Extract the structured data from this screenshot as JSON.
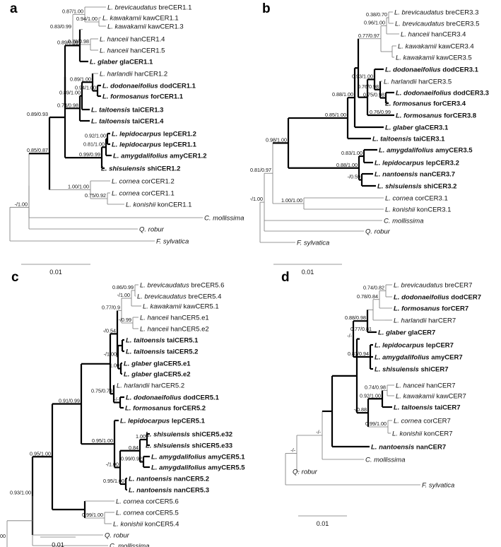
{
  "panels": [
    {
      "letter": "a",
      "scale_label": "0.01",
      "leaves": [
        {
          "sp": "L. brevicaudatus",
          "gene": "breCER1.1",
          "bold": false
        },
        {
          "sp": "L. kawakamii",
          "gene": "kawCER1.1",
          "bold": false
        },
        {
          "sp": "L. kawakamii",
          "gene": "kawCER1.3",
          "bold": false
        },
        {
          "sp": "L. hanceii",
          "gene": "hanCER1.4",
          "bold": false
        },
        {
          "sp": "L. hanceii",
          "gene": "hanCER1.5",
          "bold": false
        },
        {
          "sp": "L. glaber",
          "gene": "glaCER1.1",
          "bold": true
        },
        {
          "sp": "L. harlandii",
          "gene": "harCER1.2",
          "bold": false
        },
        {
          "sp": "L. dodonaeifolius",
          "gene": "dodCER1.1",
          "bold": true
        },
        {
          "sp": "L. formosanus",
          "gene": "forCER1.1",
          "bold": true
        },
        {
          "sp": "L. taitoensis",
          "gene": "taiCER1.3",
          "bold": true
        },
        {
          "sp": "L. taitoensis",
          "gene": "taiCER1.4",
          "bold": true
        },
        {
          "sp": "L. lepidocarpus",
          "gene": "lepCER1.2",
          "bold": true
        },
        {
          "sp": "L. lepidocarpus",
          "gene": "lepCER1.1",
          "bold": true
        },
        {
          "sp": "L. amygdalifolius",
          "gene": "amyCER1.2",
          "bold": true
        },
        {
          "sp": "L. shisuiensis",
          "gene": "shiCER1.2",
          "bold": true
        },
        {
          "sp": "L. cornea",
          "gene": "corCER1.2",
          "bold": false
        },
        {
          "sp": "L. cornea",
          "gene": "corCER1.1",
          "bold": false
        },
        {
          "sp": "L. konishii",
          "gene": "konCER1.1",
          "bold": false
        },
        {
          "sp": "C. mollissima",
          "gene": "",
          "bold": false
        },
        {
          "sp": "Q. robur",
          "gene": "",
          "bold": false
        },
        {
          "sp": "F. sylvatica",
          "gene": "",
          "bold": false
        }
      ],
      "supports": [
        "0.94/1.00",
        "0.94/1.00",
        "0.87/1.00",
        "0.83/0.99",
        "0.78/0.98",
        "0.89/0.99",
        "0.89/1.00",
        "0.94/1.00",
        "0.89/1.00",
        "0.74/0.98",
        "0.92/1.00",
        "0.81/1.00",
        "0.99/0.99",
        "0.89/0.93",
        "0.85/0.87",
        "1.00/1.00",
        "0.75/0.92",
        "-/1.00"
      ]
    },
    {
      "letter": "b",
      "scale_label": "0.01",
      "leaves": [
        {
          "sp": "L. brevicaudatus",
          "gene": "breCER3.3",
          "bold": false
        },
        {
          "sp": "L. brevicaudatus",
          "gene": "breCER3.5",
          "bold": false
        },
        {
          "sp": "L. hanceii",
          "gene": "hanCER3.4",
          "bold": false
        },
        {
          "sp": "L. kawakamii",
          "gene": "kawCER3.4",
          "bold": false
        },
        {
          "sp": "L. kawakamii",
          "gene": "kawCER3.5",
          "bold": false
        },
        {
          "sp": "L. dodonaeifolius",
          "gene": "dodCER3.1",
          "bold": true
        },
        {
          "sp": "L. harlandii",
          "gene": "harCER3.5",
          "bold": false
        },
        {
          "sp": "L. dodonaeifolius",
          "gene": "dodCER3.3",
          "bold": true
        },
        {
          "sp": "L. formosanus",
          "gene": "forCER3.4",
          "bold": true
        },
        {
          "sp": "L. formosanus",
          "gene": "forCER3.8",
          "bold": true
        },
        {
          "sp": "L. glaber",
          "gene": "glaCER3.1",
          "bold": true
        },
        {
          "sp": "L. taitoensis",
          "gene": "taiCER3.1",
          "bold": true
        },
        {
          "sp": "L. amygdalifolius",
          "gene": "amyCER3.5",
          "bold": true
        },
        {
          "sp": "L. lepidocarpus",
          "gene": "lepCER3.2",
          "bold": true
        },
        {
          "sp": "L. nantoensis",
          "gene": "nanCER3.7",
          "bold": true
        },
        {
          "sp": "L. shisuiensis",
          "gene": "shiCER3.2",
          "bold": true
        },
        {
          "sp": "L. cornea",
          "gene": "corCER3.1",
          "bold": false
        },
        {
          "sp": "L. konishii",
          "gene": "konCER3.1",
          "bold": false
        },
        {
          "sp": "C. mollissima",
          "gene": "",
          "bold": false
        },
        {
          "sp": "Q. robur",
          "gene": "",
          "bold": false
        },
        {
          "sp": "F. sylvatica",
          "gene": "",
          "bold": false
        }
      ],
      "supports": [
        "0.78/0.99",
        "0.38/0.70",
        "0.96/1.00",
        "0.77/0.97",
        "0.76/0.98",
        "0.93/1.00",
        "0.75/0.98",
        "0.76/0.99",
        "0.88/1.00",
        "0.85/1.00",
        "0.83/1.00",
        "0.88/1.00",
        "-/0.59",
        "0.98/1.00",
        "0.81/0.97",
        "1.00/1.00",
        "-/1.00"
      ]
    },
    {
      "letter": "c",
      "scale_label": "0.01",
      "leaves": [
        {
          "sp": "L. brevicaudatus",
          "gene": "breCER5.6",
          "bold": false
        },
        {
          "sp": "L. brevicaudatus",
          "gene": "breCER5.4",
          "bold": false
        },
        {
          "sp": "L. kawakamii",
          "gene": "kawCER5.1",
          "bold": false
        },
        {
          "sp": "L. hanceii",
          "gene": "hanCER5.e1",
          "bold": false
        },
        {
          "sp": "L. hanceii",
          "gene": "hanCER5.e2",
          "bold": false
        },
        {
          "sp": "L. taitoensis",
          "gene": "taiCER5.1",
          "bold": true
        },
        {
          "sp": "L. taitoensis",
          "gene": "taiCER5.2",
          "bold": true
        },
        {
          "sp": "L. glaber",
          "gene": "glaCER5.e1",
          "bold": true
        },
        {
          "sp": "L. glaber",
          "gene": "glaCER5.e2",
          "bold": true
        },
        {
          "sp": "L. harlandii",
          "gene": "harCER5.2",
          "bold": false
        },
        {
          "sp": "L. dodonaeifolius",
          "gene": "dodCER5.1",
          "bold": true
        },
        {
          "sp": "L. formosanus",
          "gene": "forCER5.2",
          "bold": true
        },
        {
          "sp": "L. lepidocarpus",
          "gene": "lepCER5.1",
          "bold": true
        },
        {
          "sp": "L. shisuiensis",
          "gene": "shiCER5.e32",
          "bold": true
        },
        {
          "sp": "L. shisuiensis",
          "gene": "shiCER5.e33",
          "bold": true
        },
        {
          "sp": "L. amygdalifolius",
          "gene": "amyCER5.1",
          "bold": true
        },
        {
          "sp": "L. amygdalifolius",
          "gene": "amyCER5.5",
          "bold": true
        },
        {
          "sp": "L. nantoensis",
          "gene": "nanCER5.2",
          "bold": true
        },
        {
          "sp": "L. nantoensis",
          "gene": "nanCER5.3",
          "bold": true
        },
        {
          "sp": "L. cornea",
          "gene": "corCER5.6",
          "bold": false
        },
        {
          "sp": "L. cornea",
          "gene": "corCER5.5",
          "bold": false
        },
        {
          "sp": "L. konishii",
          "gene": "konCER5.4",
          "bold": false
        },
        {
          "sp": "Q. robur",
          "gene": "",
          "bold": false
        },
        {
          "sp": "C. mollissima",
          "gene": "",
          "bold": false
        },
        {
          "sp": "F. sylvatica",
          "gene": "",
          "bold": false
        }
      ],
      "supports": [
        "0.86/0.99",
        "-/1.00",
        "0.77/0.9",
        "-/0.99",
        "-/0.54",
        "-/1.00",
        "1.00",
        "0.75/0.79",
        "-/-",
        "0.91/0.99",
        "0.84",
        "1.00",
        "0.99/0.92",
        "-/1.00",
        "0.95/1.00",
        "0.95/1.00",
        "0.95/1.00",
        "0.93/1.00",
        "0.99/1.00",
        "-/1.00"
      ]
    },
    {
      "letter": "d",
      "scale_label": "0.01",
      "leaves": [
        {
          "sp": "L. brevicaudatus",
          "gene": "breCER7",
          "bold": false
        },
        {
          "sp": "L. dodonaeifolius",
          "gene": "dodCER7",
          "bold": true
        },
        {
          "sp": "L. formosanus",
          "gene": "forCER7",
          "bold": true
        },
        {
          "sp": "L. harlandii",
          "gene": "harCER7",
          "bold": false
        },
        {
          "sp": "L. glaber",
          "gene": "glaCER7",
          "bold": true
        },
        {
          "sp": "L. lepidocarpus",
          "gene": "lepCER7",
          "bold": true
        },
        {
          "sp": "L. amygdalifolius",
          "gene": "amyCER7",
          "bold": true
        },
        {
          "sp": "L. shisuiensis",
          "gene": "shiCER7",
          "bold": true
        },
        {
          "sp": "L. hanceii",
          "gene": "hanCER7",
          "bold": false
        },
        {
          "sp": "L. kawakamii",
          "gene": "kawCER7",
          "bold": false
        },
        {
          "sp": "L. taitoensis",
          "gene": "taiCER7",
          "bold": true
        },
        {
          "sp": "L. cornea",
          "gene": "corCER7",
          "bold": false
        },
        {
          "sp": "L. konishii",
          "gene": "konCER7",
          "bold": false
        },
        {
          "sp": "L. nantoensis",
          "gene": "nanCER7",
          "bold": true
        },
        {
          "sp": "C. mollissima",
          "gene": "",
          "bold": false
        },
        {
          "sp": "Q. robur",
          "gene": "",
          "bold": false
        },
        {
          "sp": "F. sylvatica",
          "gene": "",
          "bold": false
        }
      ],
      "supports": [
        "0.74/0.82",
        "0.78/0.84",
        "0.77/0.81",
        "0.88/0.98",
        "-/-",
        "0.81/0.94",
        "0.74/0.98",
        "0.92/1.00",
        "-/0.88",
        "0.99/1.00",
        "-/-",
        "-/-"
      ]
    }
  ]
}
